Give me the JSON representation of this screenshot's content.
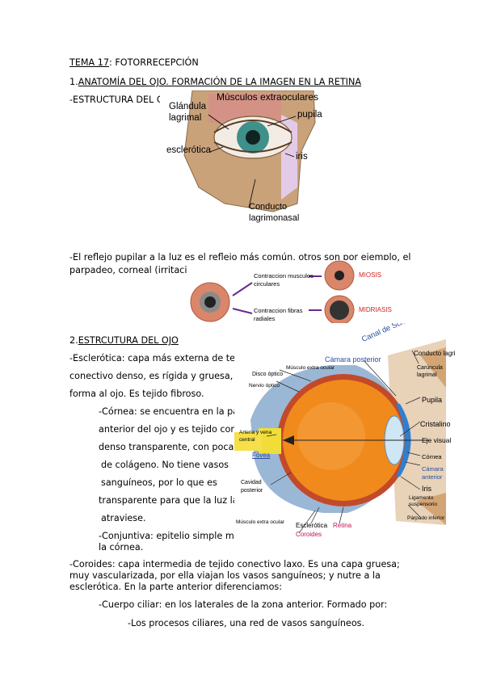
{
  "doc": {
    "tema_underlined": "TEMA 17",
    "tema_rest": ": FOTORRECEPCIÓN",
    "sec1_num": "1.",
    "sec1_title": "ANATOMÍA DEL OJO. FORMACIÓN DE LA IMAGEN EN LA RETINA",
    "estructura": "-ESTRUCTURA DEL C",
    "reflejo_line1": "-El reflejo pupilar a la luz es el reflejo más común, otros son por ejemplo, el",
    "reflejo_line2": "parpadeo, corneal (irritaci",
    "sec2_num": "2.",
    "sec2_title": "ESTRCUTURA DEL OJO",
    "esclerotica_lines": [
      "-Esclerótica: capa más externa de tej",
      "conectivo denso, es rígida y gruesa, l",
      "forma al ojo. Es tejido fibroso."
    ],
    "cornea_lines": [
      "-Córnea: se encuentra en la pa",
      "anterior del ojo y es tejido con",
      "denso transparente, con pocas",
      "de colágeno. No tiene vasos",
      "sanguíneos, por lo que es",
      "transparente para que la luz la",
      "atraviese."
    ],
    "conjuntiva_line1": "-Conjuntiva: epitelio simple ma",
    "conjuntiva_line2": "la córnea.",
    "coroides_lines": [
      "-Coroides: capa intermedia de tejido conectivo laxo. Es una capa gruesa;",
      "muy vascularizada, por ella viajan los vasos sanguíneos; y nutre a la",
      "esclerótica. En la parte anterior diferenciamos:"
    ],
    "cuerpo_ciliar": "-Cuerpo ciliar: en los laterales de la zona anterior. Formado por:",
    "procesos": "-Los procesos ciliares, una red de vasos sanguíneos."
  },
  "fig1": {
    "musculos": "Músculos extraoculares",
    "glandula_1": "Glándula",
    "glandula_2": "lagrimal",
    "pupila": "pupila",
    "esclerotica": "esclerótica",
    "iris": "iris",
    "conducto_1": "Conducto",
    "conducto_2": "lagrimonasal"
  },
  "fig2": {
    "contraccion_1a": "Contraccion musculos",
    "contraccion_1b": "circulares",
    "miosis": "MIOSIS",
    "contraccion_2a": "Contraccion fibras",
    "contraccion_2b": "radiales",
    "midriasis": "MIDRIASIS"
  },
  "fig3": {
    "canal": "Canal de Schlemm",
    "camara_posterior": "Cámara posterior",
    "conducto_lagrimal": "Conducto lagrimal",
    "disco_optico": "Disco óptico",
    "musculo_extra": "Músculo extra ocular",
    "caruncula_1": "Carúncula",
    "caruncula_2": "lagrimal",
    "nervio_optico": "Nervio óptico",
    "pupila": "Pupila",
    "arteria_1": "Arteria y vena",
    "arteria_2": "central",
    "cristalino": "Cristalino",
    "eje_visual": "Eje visual",
    "fovea": "Fóvea",
    "cornea": "Córnea",
    "camara_ant_1": "Cámara",
    "camara_ant_2": "anterior",
    "cavidad_1": "Cavidad",
    "cavidad_2": "posterior",
    "iris": "Iris",
    "ligamento_1": "Ligamento",
    "ligamento_2": "suspensorio",
    "parpado": "Párpado inferior",
    "musculo_extra_ocular": "Músculo extra ocular",
    "esclerotica": "Esclerótica",
    "retina": "Retina",
    "coroides": "Coroides"
  },
  "colors": {
    "skin": "#c9a27a",
    "iris_teal": "#3f8f8a",
    "eyeball_orange": "#f08a1c",
    "sclera_blue": "#9bb7d6",
    "label_pink": "#c0145a",
    "link_blue": "#2a4fa0",
    "red_label": "#d22222"
  }
}
